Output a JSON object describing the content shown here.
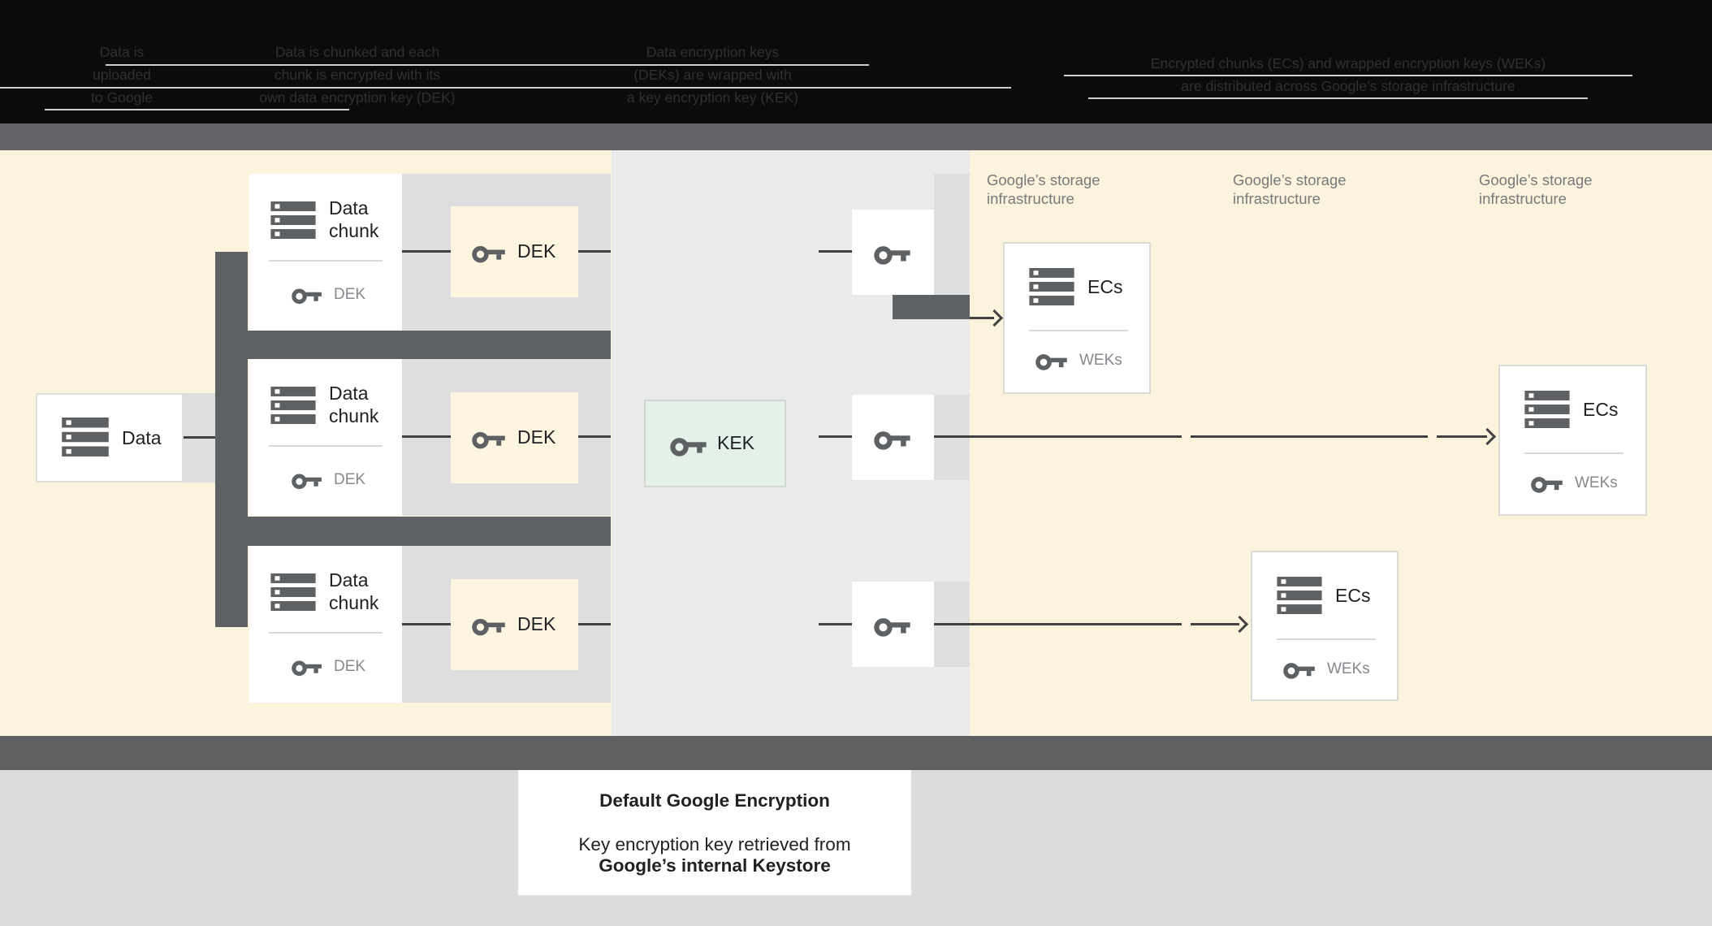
{
  "header": {
    "columns": [
      {
        "lines": [
          "Data is",
          "uploaded",
          "to Google"
        ]
      },
      {
        "lines": [
          "Data is chunked and each",
          "chunk is encrypted with its",
          "own data encryption key (DEK)"
        ]
      },
      {
        "lines": [
          "Data encryption keys",
          "(DEKs) are wrapped with",
          "a key encryption key (KEK)"
        ]
      },
      {
        "lines": [
          "Encrypted chunks (ECs) and wrapped encryption keys (WEKs)",
          "are distributed across Google’s storage infrastructure"
        ]
      }
    ]
  },
  "left": {
    "data_box": {
      "label": "Data"
    },
    "chunk_rows": [
      {
        "title_line1": "Data",
        "title_line2": "chunk",
        "key_label": "DEK",
        "dek_box_label": "DEK"
      },
      {
        "title_line1": "Data",
        "title_line2": "chunk",
        "key_label": "DEK",
        "dek_box_label": "DEK"
      },
      {
        "title_line1": "Data",
        "title_line2": "chunk",
        "key_label": "DEK",
        "dek_box_label": "DEK"
      }
    ]
  },
  "middle": {
    "kek_box_label": "KEK"
  },
  "right": {
    "infra_labels": [
      {
        "line1": "Google’s storage",
        "line2": "infrastructure"
      },
      {
        "line1": "Google’s storage",
        "line2": "infrastructure"
      },
      {
        "line1": "Google’s storage",
        "line2": "infrastructure"
      }
    ],
    "ecs_boxes": [
      {
        "title": "ECs",
        "key_label": "WEKs"
      },
      {
        "title": "ECs",
        "key_label": "WEKs"
      },
      {
        "title": "ECs",
        "key_label": "WEKs"
      }
    ]
  },
  "caption": {
    "line1": "Default Google Encryption",
    "line2": "Key encryption key retrieved from",
    "line3": "Google’s internal Keystore"
  },
  "colors": {
    "header_black": "#0b0b0b",
    "panel_cream": "#fbf3dc",
    "panel_blue_gray": "#e8ebea",
    "row_band_gray": "#dedede",
    "dark_gray": "#5e6164",
    "dek_box_cream": "#fdf5e0",
    "kek_green": "#e4f1e9",
    "bottom_gray": "#dcdcdc",
    "line_dark": "#424242",
    "text_dark": "#202124",
    "text_gray": "#80868b"
  }
}
